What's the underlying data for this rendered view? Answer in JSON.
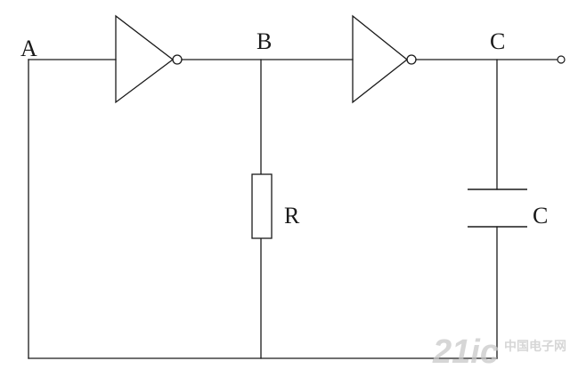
{
  "diagram": {
    "nodes": {
      "a": "A",
      "b": "B",
      "c": "C"
    },
    "components": {
      "resistor_label": "R",
      "capacitor_label": "C"
    }
  },
  "watermark": {
    "logo": "21ic",
    "site": "中国电子网"
  },
  "colors": {
    "stroke": "#1a1a1a",
    "background": "#ffffff",
    "watermark": "#c9c9c9"
  }
}
